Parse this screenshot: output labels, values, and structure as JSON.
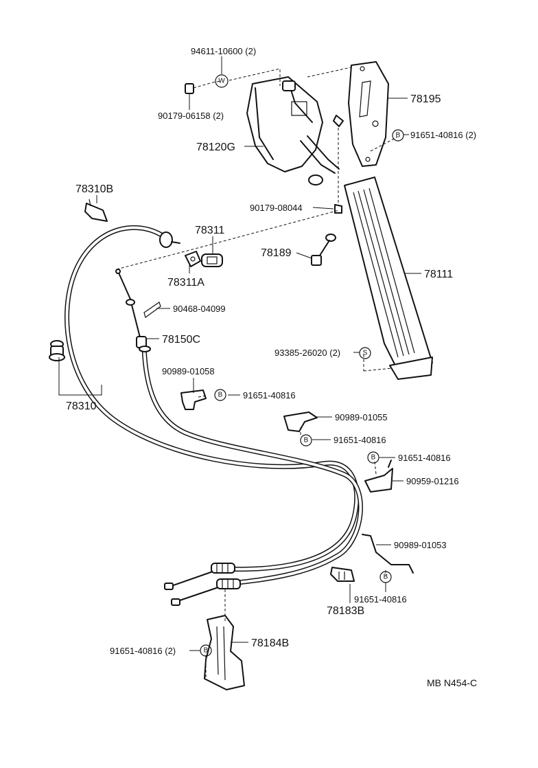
{
  "diagram": {
    "code": "MB  N454-C",
    "labels": {
      "p94611": "94611-10600 (2)",
      "p90179a": "90179-06158 (2)",
      "p78195": "78195",
      "p91651_2a": "91651-40816 (2)",
      "p78120G": "78120G",
      "p90179b": "90179-08044",
      "p78310B": "78310B",
      "p78311": "78311",
      "p78189": "78189",
      "p78311A": "78311A",
      "p78111": "78111",
      "p90468": "90468-04099",
      "p78150C": "78150C",
      "p93385": "93385-26020 (2)",
      "p90989a": "90989-01058",
      "p91651a": "91651-40816",
      "p78310": "78310",
      "p90989b": "90989-01055",
      "p91651b": "91651-40816",
      "p91651c": "91651-40816",
      "p90959": "90959-01216",
      "p90989c": "90989-01053",
      "p91651d": "91651-40816",
      "p78183B": "78183B",
      "p78184B": "78184B",
      "p91651_2b": "91651-40816 (2)"
    },
    "symbols": {
      "washer": "W",
      "bolt": "B",
      "screw": "S"
    }
  }
}
